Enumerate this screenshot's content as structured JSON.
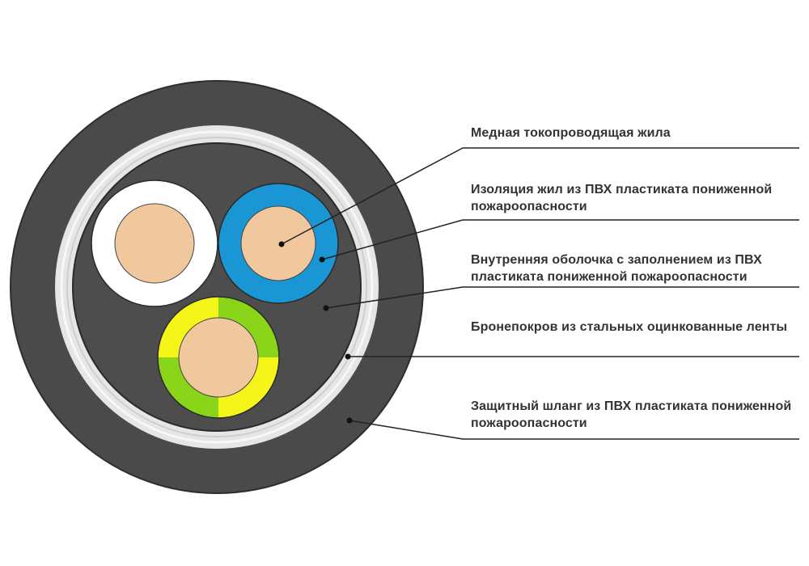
{
  "labels": [
    "Медная токопроводящая жила",
    "Изоляция жил из ПВХ пластиката пониженной пожароопасности",
    "Внутренняя оболочка с заполнением из ПВХ пластиката пониженной пожароопасности",
    "Бронепокров из стальных оцинкованные ленты",
    "Защитный шланг из ПВХ пластиката пониженной пожароопасности"
  ],
  "colors": {
    "outer_sheath": "#4a4a4a",
    "armor_band": "#e6e6e6",
    "armor_ring": "#f5f5f5",
    "inner_sheath": "#4d4d4d",
    "copper": "#f1c89e",
    "insulation_white": "#ffffff",
    "insulation_blue": "#1b96d4",
    "insulation_yellow": "#f5f51a",
    "insulation_green": "#8ad41a",
    "leader_line": "#222222",
    "text": "#333333"
  }
}
